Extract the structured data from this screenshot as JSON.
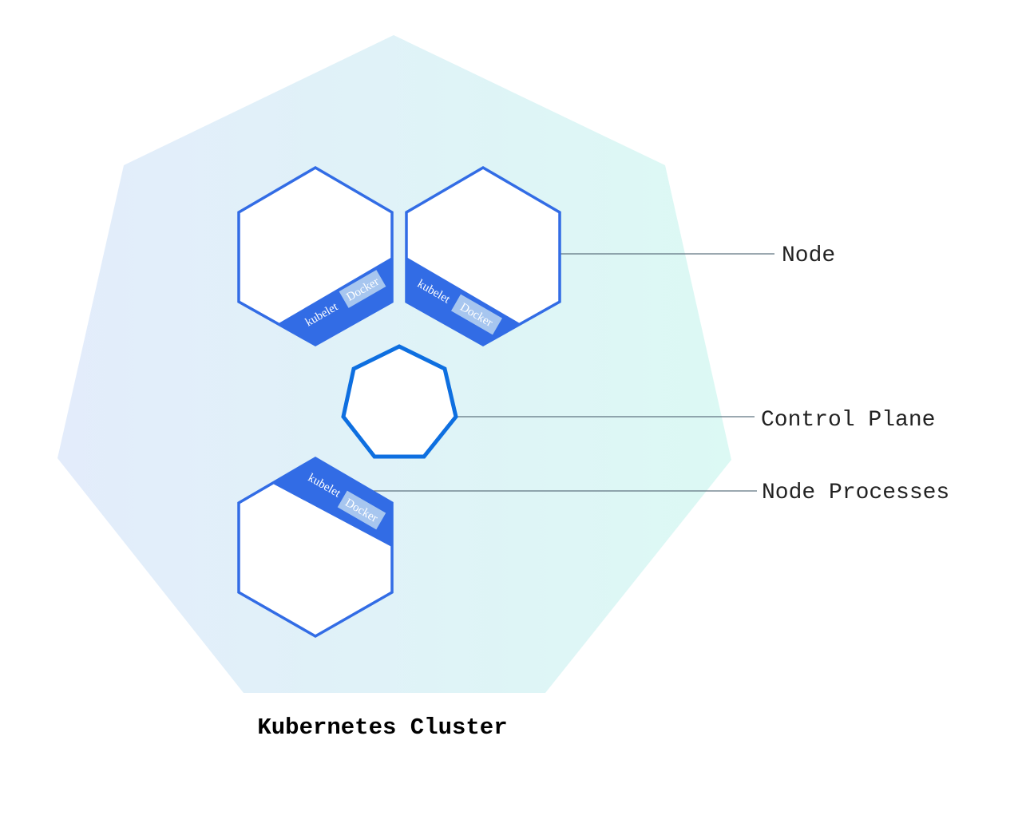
{
  "labels": {
    "node": "Node",
    "control_plane": "Control Plane",
    "node_processes": "Node Processes",
    "cluster_title": "Kubernetes Cluster"
  },
  "node_components": {
    "kubelet": "kubelet",
    "docker": "Docker"
  },
  "colors": {
    "cluster_gradient_start": "#e3ecfb",
    "cluster_gradient_end": "#dcf9f4",
    "node_stroke": "#326ce5",
    "node_band": "#326ce5",
    "docker_box": "#a7c6ef",
    "control_plane_stroke": "#0e6fe0",
    "leader_line": "#5f7380",
    "label_text": "#222222",
    "title_text": "#000000"
  }
}
